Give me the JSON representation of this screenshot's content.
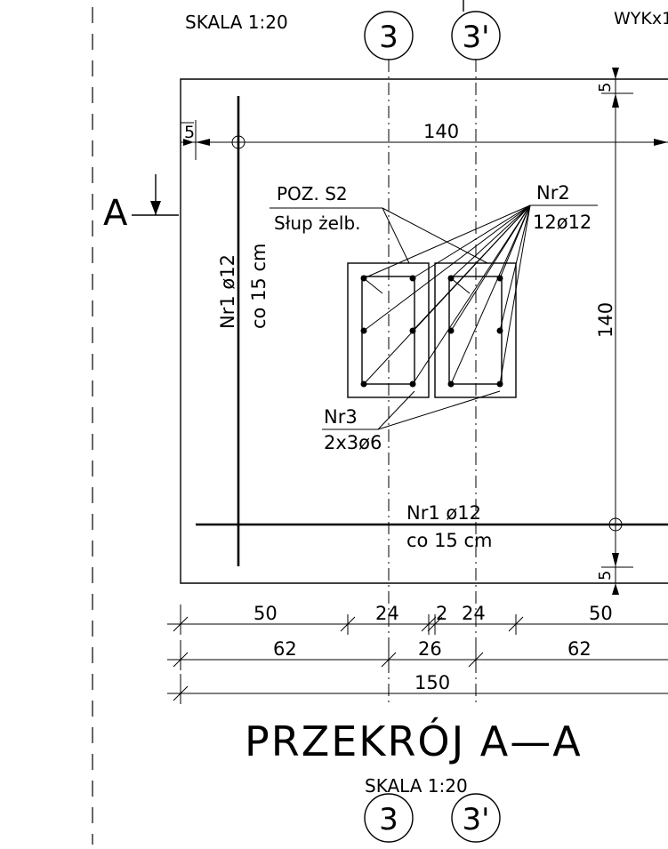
{
  "header": {
    "scale_label": "SKALA  1:20",
    "axis_left": "3",
    "axis_right": "3'",
    "cut_off_label": "WYKx1"
  },
  "section_marker": {
    "letter": "A"
  },
  "dimensions": {
    "top_width": "140",
    "top_offset": "5",
    "right_height": "140",
    "right_top_offset": "5",
    "right_bottom_offset": "5",
    "row1": [
      "50",
      "24",
      "2",
      "24",
      "50"
    ],
    "row2": [
      "62",
      "26",
      "62"
    ],
    "row3": [
      "150"
    ]
  },
  "labels": {
    "nr1_vertical_title": "Nr1  ø12",
    "nr1_vertical_spacing": "co  15  cm",
    "poz_title": "POZ.  S2",
    "poz_subtitle": "Słup  żelb.",
    "nr2_title": "Nr2",
    "nr2_spec": "12ø12",
    "nr3_title": "Nr3",
    "nr3_spec": "2x3ø6",
    "nr1_horizontal_title": "Nr1  ø12",
    "nr1_horizontal_spacing": "co  15  cm"
  },
  "footer": {
    "title": "PRZEKRÓJ  A—A",
    "scale_label": "SKALA  1:20",
    "axis_left": "3",
    "axis_right": "3'"
  }
}
